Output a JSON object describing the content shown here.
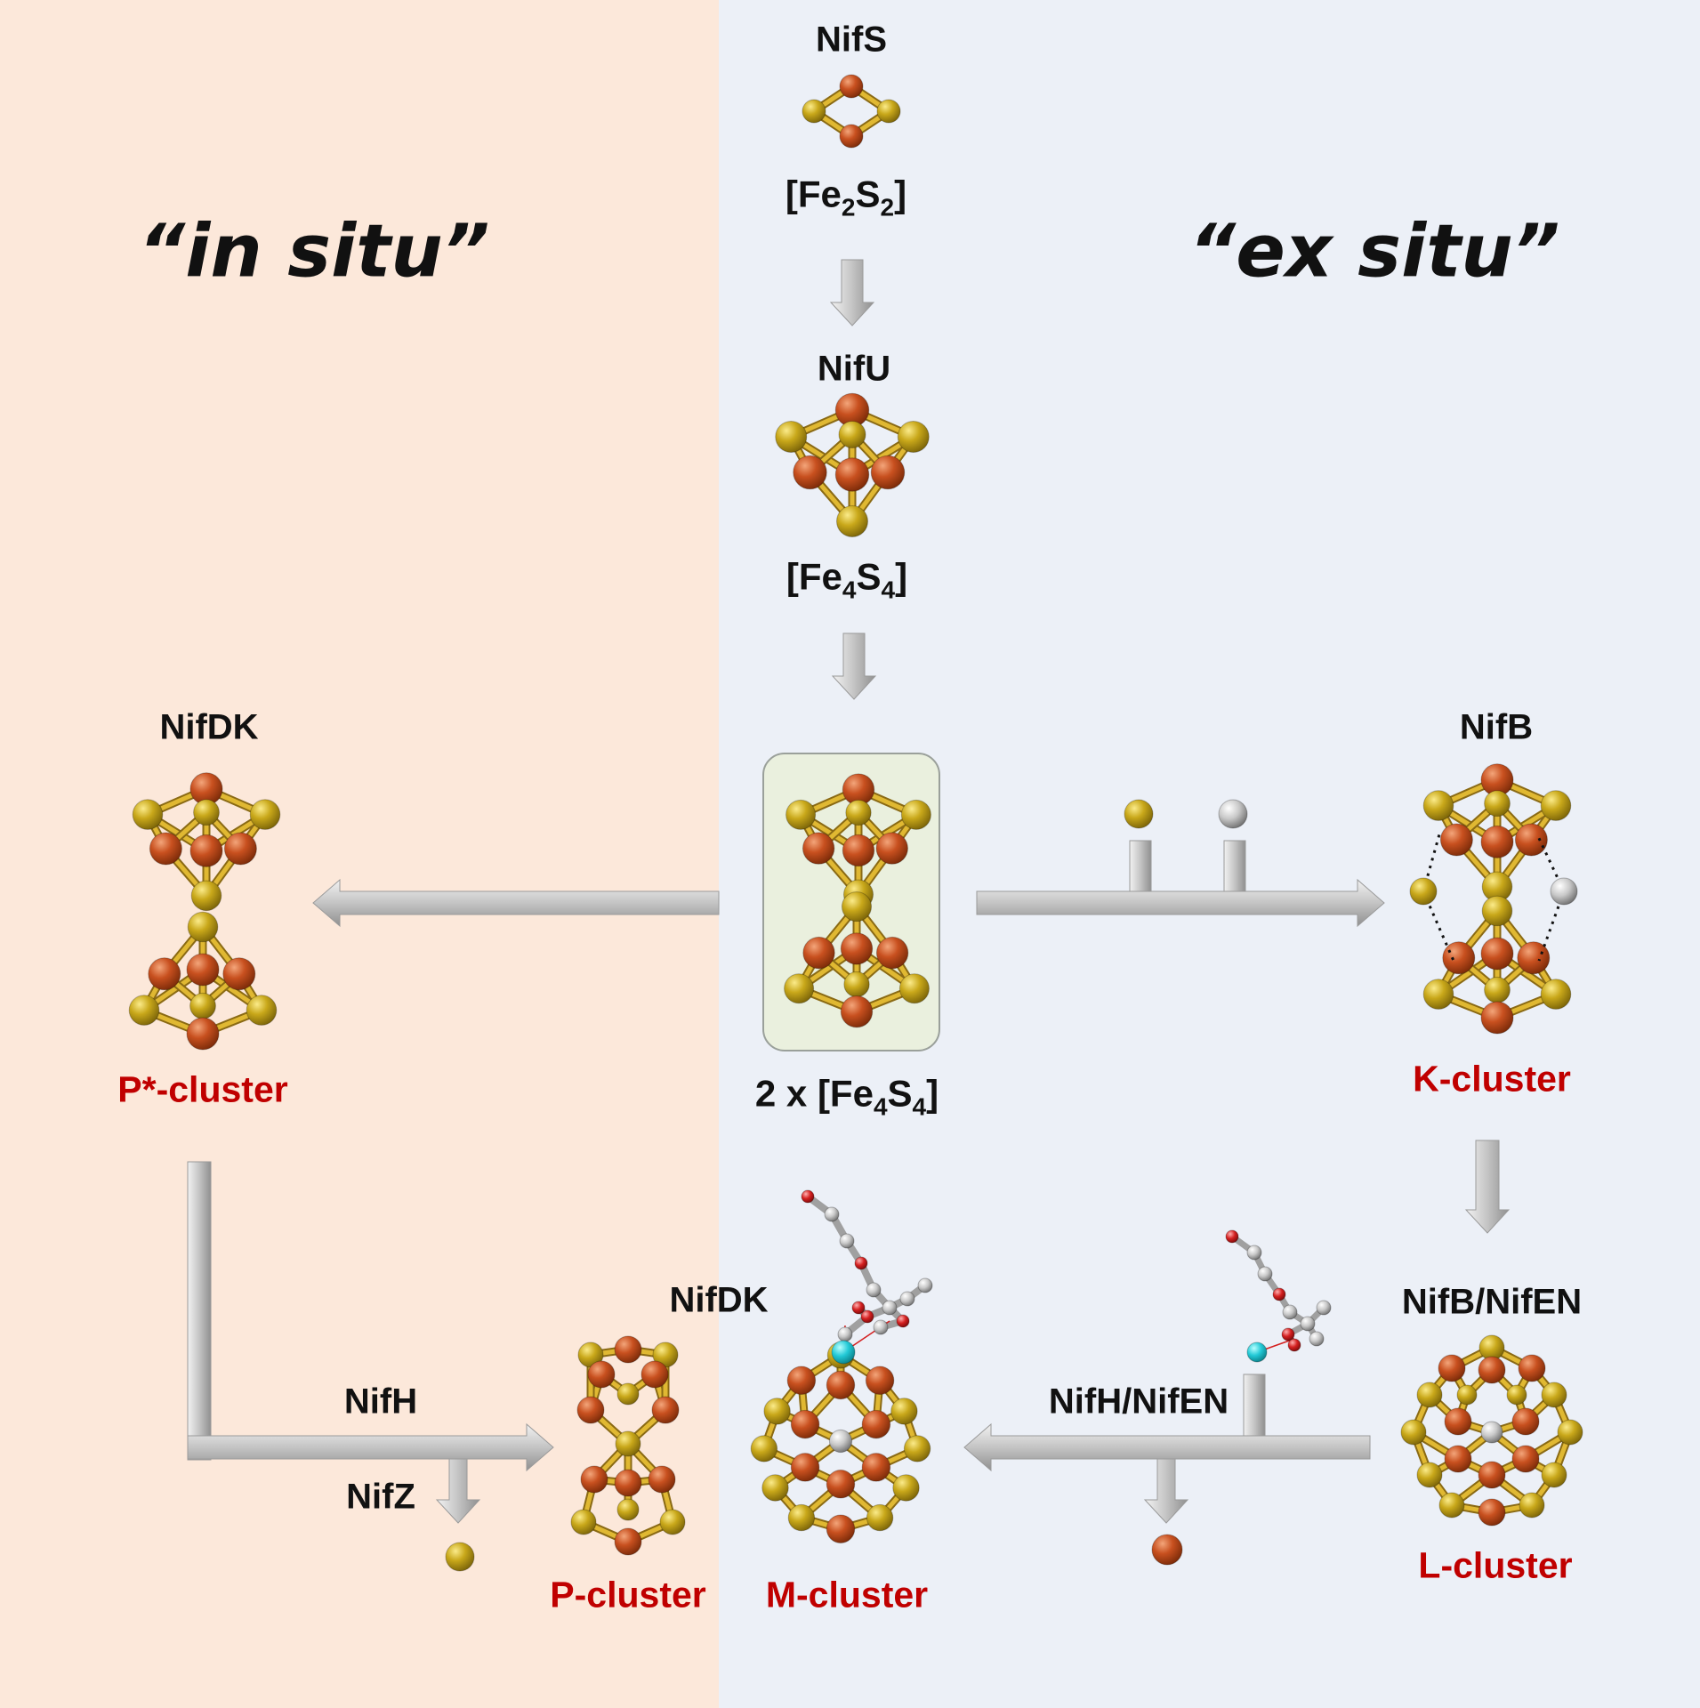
{
  "titles": {
    "in_situ": "“in situ”",
    "ex_situ": "“ex situ”"
  },
  "colors": {
    "left_panel": "#fce8da",
    "right_panel": "#ecf0f7",
    "center_box": "#eaf0de",
    "iron_atom": "#c8501f",
    "sulfur_atom": "#c9a81a",
    "carbon_atom": "#c8c8c8",
    "mo_atom": "#22c9d6",
    "oxygen_atom": "#d42020",
    "cluster_label": "#c00000",
    "arrow": "#bdbdbd"
  },
  "labels": {
    "nifs": "NifS",
    "nifu": "NifU",
    "nifdk_left": "NifDK",
    "nifb": "NifB",
    "nifdk_bottom": "NifDK",
    "nifb_nifen": "NifB/NifEN",
    "nifh": "NifH",
    "nifz": "NifZ",
    "nifh_nifen": "NifH/NifEN"
  },
  "formulas": {
    "fe2s2": {
      "open": "[Fe",
      "sub1": "2",
      "mid": "S",
      "sub2": "2",
      "close": "]"
    },
    "fe4s4": {
      "open": "[Fe",
      "sub1": "4",
      "mid": "S",
      "sub2": "4",
      "close": "]"
    },
    "two_fe4s4": {
      "open": "2 x [Fe",
      "sub1": "4",
      "mid": "S",
      "sub2": "4",
      "close": "]"
    }
  },
  "clusters": {
    "p_star": "P*-cluster",
    "k": "K-cluster",
    "l": "L-cluster",
    "m": "M-cluster",
    "p": "P-cluster"
  }
}
